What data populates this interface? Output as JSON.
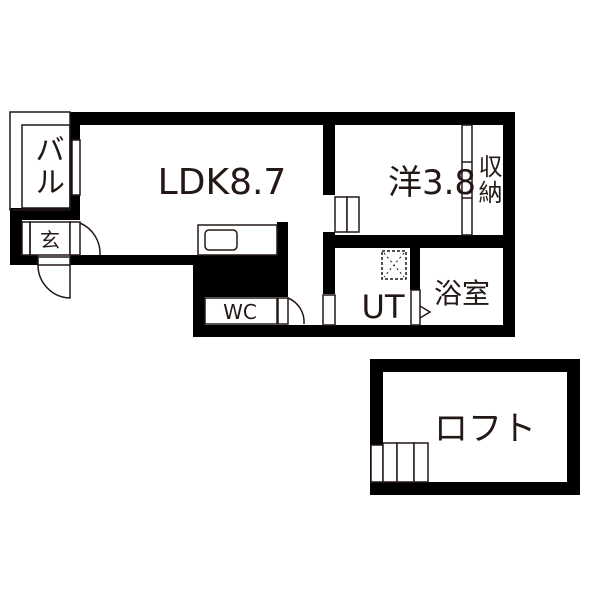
{
  "rooms": {
    "ldk": "LDK8.7",
    "western": "洋3.8",
    "storage": "収納",
    "balcony": "バル",
    "entrance": "玄",
    "toilet": "WC",
    "utility": "UT",
    "bath": "浴室",
    "loft": "ロフト"
  },
  "colors": {
    "wall": "#000000",
    "line": "#231815",
    "background": "#ffffff"
  }
}
